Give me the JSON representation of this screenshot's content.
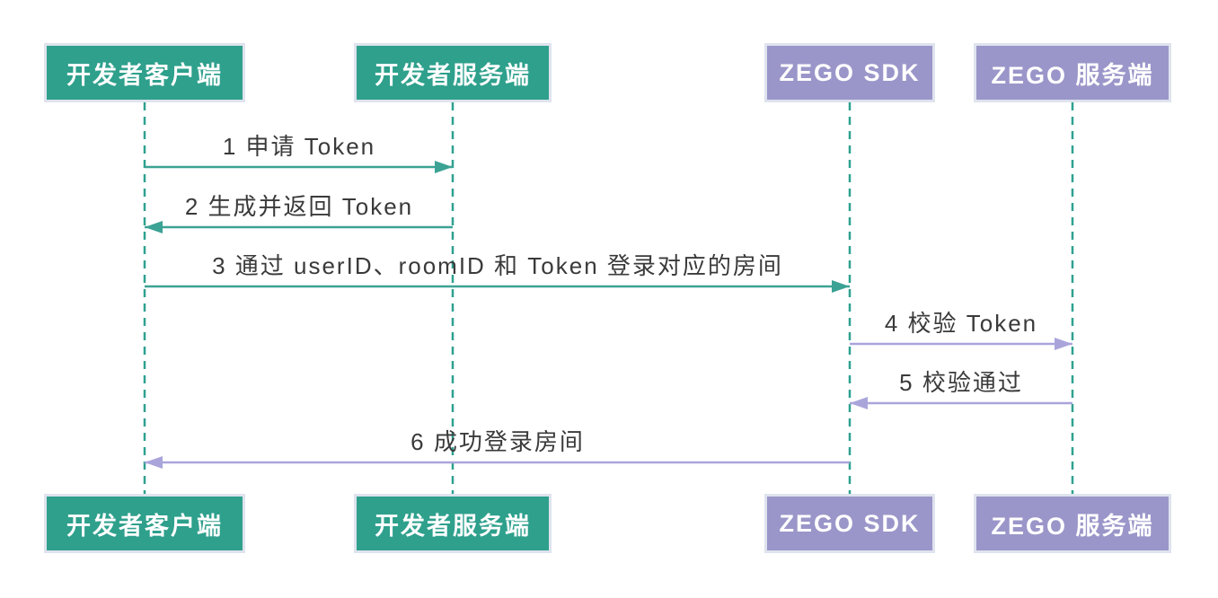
{
  "diagram": {
    "type": "sequence",
    "actors": [
      {
        "id": "dev-client",
        "label": "开发者客户端",
        "color": "green"
      },
      {
        "id": "dev-server",
        "label": "开发者服务端",
        "color": "green"
      },
      {
        "id": "zego-sdk",
        "label": "ZEGO SDK",
        "color": "purple"
      },
      {
        "id": "zego-server",
        "label": "ZEGO 服务端",
        "color": "purple"
      }
    ],
    "messages": [
      {
        "num": "1",
        "label": "1 申请 Token",
        "from": "dev-client",
        "to": "dev-server",
        "color": "green"
      },
      {
        "num": "2",
        "label": "2 生成并返回 Token",
        "from": "dev-server",
        "to": "dev-client",
        "color": "green"
      },
      {
        "num": "3",
        "label": "3 通过 userID、roomID 和 Token 登录对应的房间",
        "from": "dev-client",
        "to": "zego-sdk",
        "color": "green"
      },
      {
        "num": "4",
        "label": "4 校验 Token",
        "from": "zego-sdk",
        "to": "zego-server",
        "color": "purple"
      },
      {
        "num": "5",
        "label": "5 校验通过",
        "from": "zego-server",
        "to": "zego-sdk",
        "color": "purple"
      },
      {
        "num": "6",
        "label": "6 成功登录房间",
        "from": "zego-sdk",
        "to": "dev-client",
        "color": "purple"
      }
    ],
    "colors": {
      "actor_green": "#2ea08c",
      "actor_purple": "#9a96c9",
      "actor_border": "#dfe3ee",
      "arrow_green": "#3ba294",
      "arrow_purple": "#a9a5db",
      "lifeline": "#2fa190",
      "message_text": "#3a3a3a",
      "actor_text": "#ffffff",
      "background": "#ffffff"
    }
  }
}
